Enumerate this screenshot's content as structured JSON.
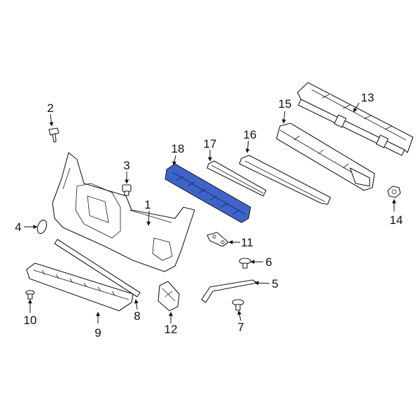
{
  "diagram": {
    "highlight_color": "#3f63c9",
    "highlighted_part": "18",
    "callouts": [
      "1",
      "2",
      "3",
      "4",
      "5",
      "6",
      "7",
      "8",
      "9",
      "10",
      "11",
      "12",
      "13",
      "14",
      "15",
      "16",
      "17",
      "18"
    ]
  }
}
